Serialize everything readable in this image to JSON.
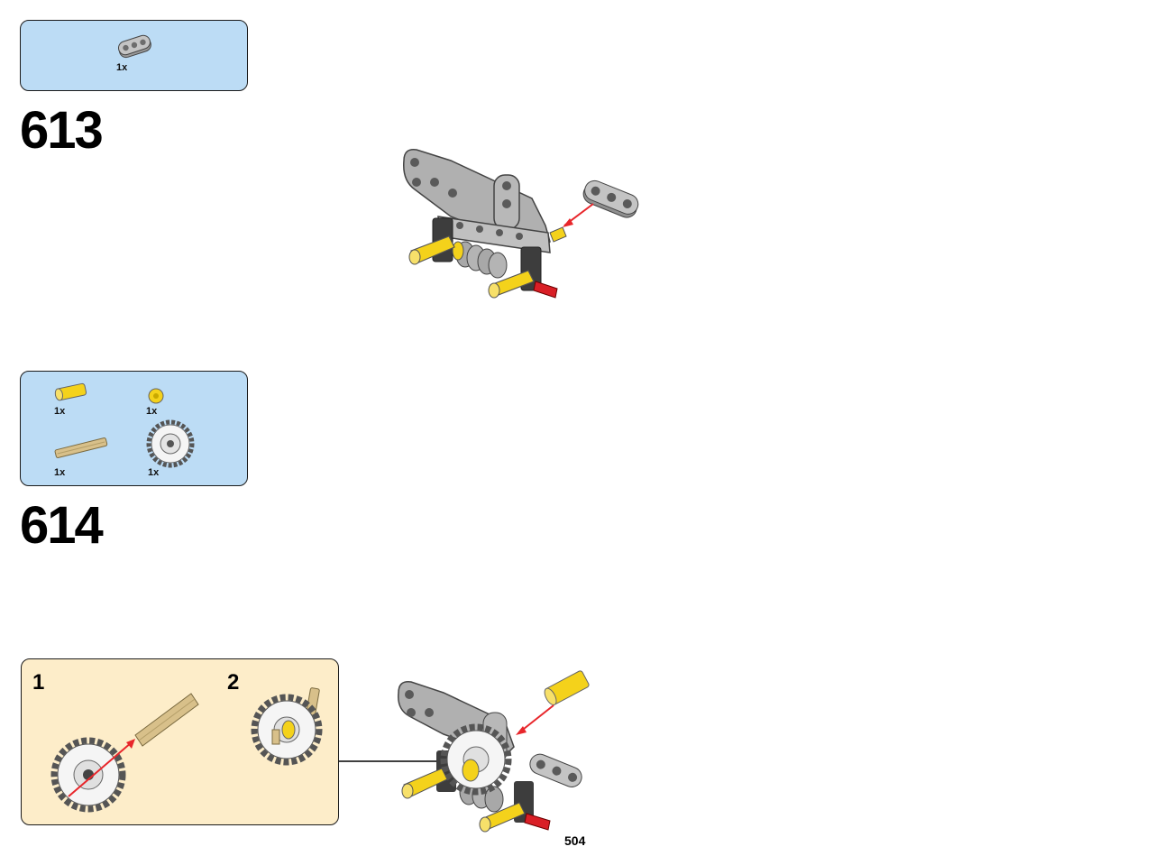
{
  "steps": [
    {
      "number": "613",
      "parts": [
        {
          "name": "gray-liftarm-3",
          "qty": "1x"
        }
      ]
    },
    {
      "number": "614",
      "parts": [
        {
          "name": "yellow-axle-connector",
          "qty": "1x"
        },
        {
          "name": "yellow-bush",
          "qty": "1x"
        },
        {
          "name": "tan-axle",
          "qty": "1x"
        },
        {
          "name": "white-gear-24-tooth",
          "qty": "1x"
        }
      ],
      "sub_steps": [
        {
          "number": "1"
        },
        {
          "number": "2"
        }
      ]
    }
  ],
  "page_number": "504",
  "colors": {
    "parts_box_bg": "#bcdcf5",
    "sub_box_bg": "#fdedc9",
    "arrow": "#e8262b",
    "gray_part": "#a0a0a0",
    "yellow_part": "#f4d21b",
    "tan_part": "#d8c08a",
    "red_part": "#d91f26"
  }
}
